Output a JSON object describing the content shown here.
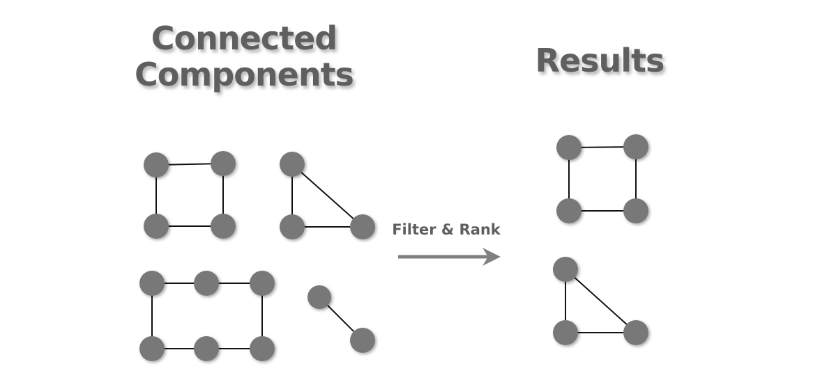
{
  "headings": {
    "left_line1": "Connected",
    "left_line2": "Components",
    "right": "Results"
  },
  "arrow_label": "Filter & Rank",
  "colors": {
    "node": "#787878",
    "edge": "#111111",
    "arrow": "#808080",
    "text": "#5f5f5f"
  },
  "components": [
    {
      "name": "square",
      "nodes": 4,
      "edges": 4
    },
    {
      "name": "triangle",
      "nodes": 3,
      "edges": 3
    },
    {
      "name": "rectangle",
      "nodes": 6,
      "edges": 6
    },
    {
      "name": "pair",
      "nodes": 2,
      "edges": 1
    }
  ],
  "results": [
    {
      "name": "square",
      "nodes": 4,
      "edges": 4
    },
    {
      "name": "triangle",
      "nodes": 3,
      "edges": 3
    }
  ]
}
